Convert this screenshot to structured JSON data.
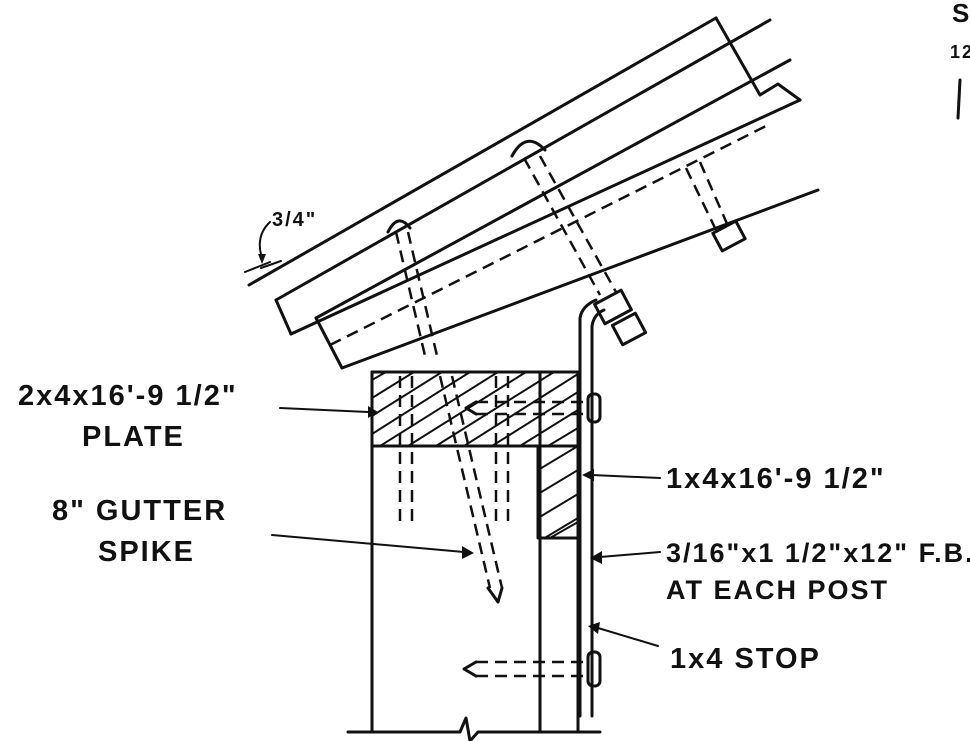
{
  "labels": {
    "top_corner_1": "S",
    "top_corner_2": "12",
    "gap_dimension": "3/4\"",
    "plate_line1": "2x4x16'-9 1/2\"",
    "plate_line2": "PLATE",
    "spike_line1": "8\" GUTTER",
    "spike_line2": "SPIKE",
    "board": "1x4x16'-9 1/2\"",
    "flat_bar_line1": "3/16\"x1 1/2\"x12\" F.B.",
    "flat_bar_line2": "AT EACH POST",
    "stop": "1x4 STOP"
  }
}
